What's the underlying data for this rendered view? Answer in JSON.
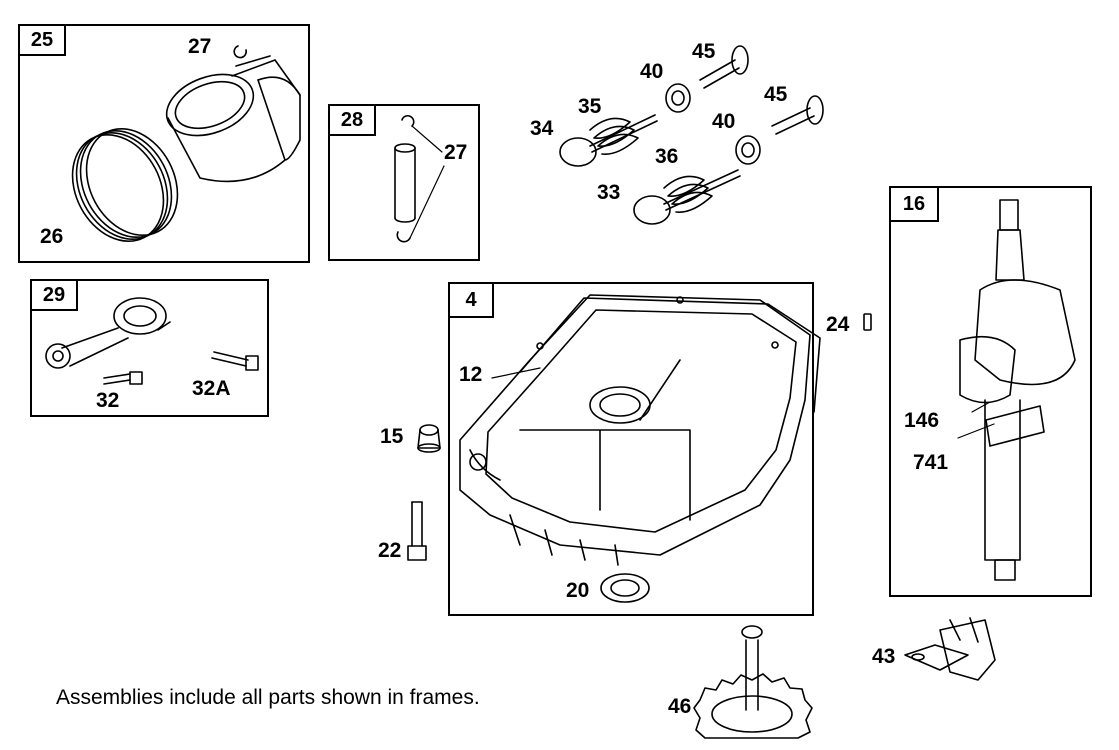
{
  "frames": {
    "f25": "25",
    "f28": "28",
    "f29": "29",
    "f4": "4",
    "f16": "16"
  },
  "callouts": {
    "c27a": "27",
    "c26": "26",
    "c27b": "27",
    "c32": "32",
    "c32a": "32A",
    "c45a": "45",
    "c40a": "40",
    "c35": "35",
    "c34": "34",
    "c45b": "45",
    "c40b": "40",
    "c36": "36",
    "c33": "33",
    "c12": "12",
    "c15": "15",
    "c22": "22",
    "c20": "20",
    "c24": "24",
    "c146": "146",
    "c741": "741",
    "c43": "43",
    "c46": "46"
  },
  "note": "Assemblies include all parts shown in frames."
}
